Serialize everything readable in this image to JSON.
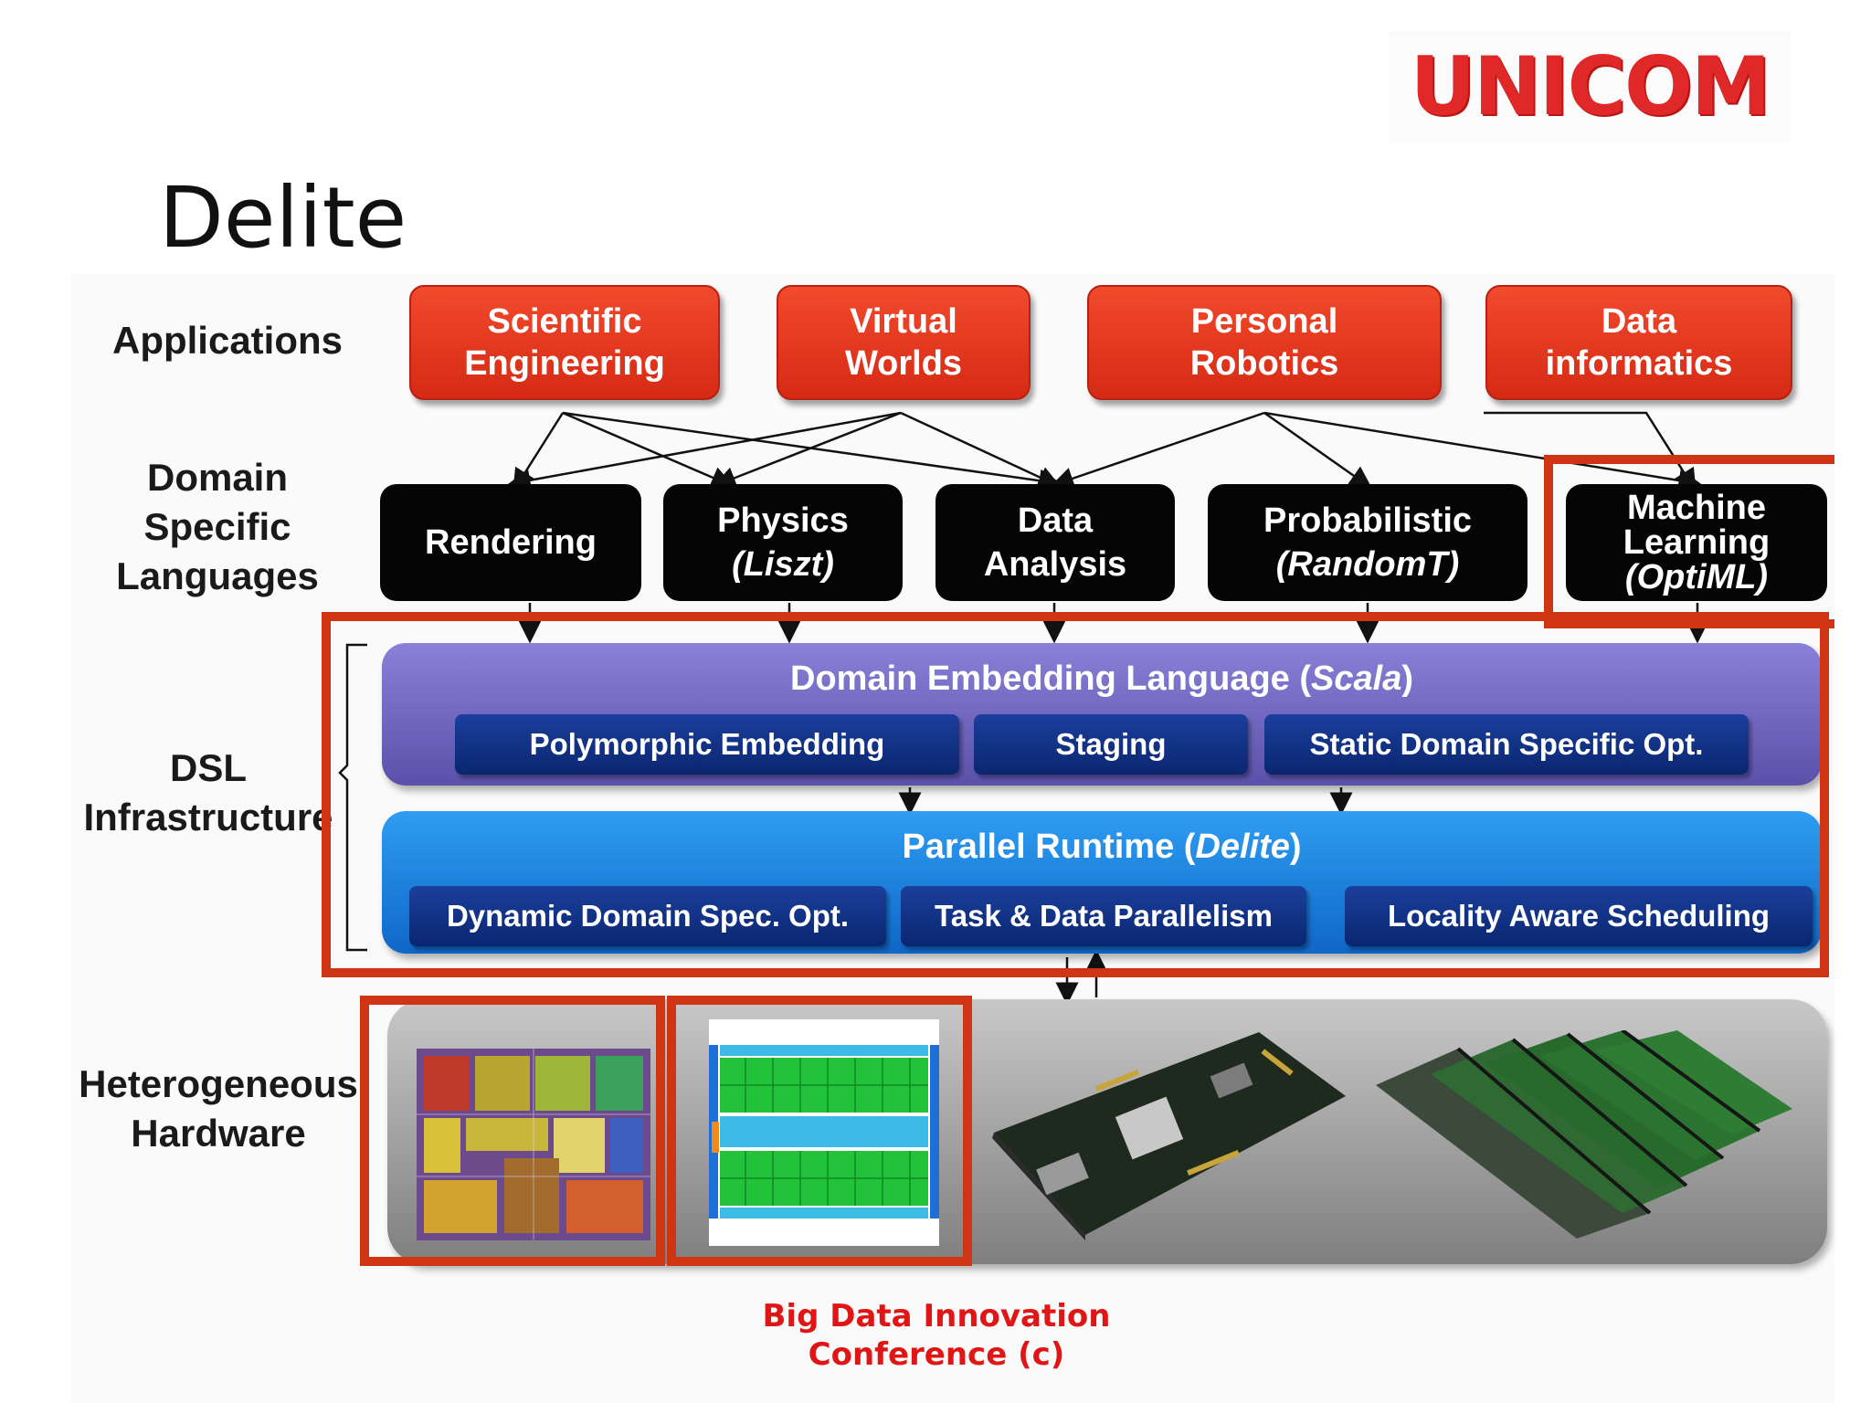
{
  "logo": {
    "text": "UNICOM"
  },
  "slide": {
    "title": "Delite"
  },
  "row_labels": {
    "applications": "Applications",
    "dsl": "Domain\nSpecific\nLanguages",
    "infrastructure": "DSL\nInfrastructure",
    "hardware": "Heterogeneous\nHardware"
  },
  "applications": [
    {
      "line1": "Scientific",
      "line2": "Engineering"
    },
    {
      "line1": "Virtual",
      "line2": "Worlds"
    },
    {
      "line1": "Personal",
      "line2": "Robotics"
    },
    {
      "line1": "Data",
      "line2": "informatics"
    }
  ],
  "dsls": [
    {
      "line1": "Rendering",
      "line2": ""
    },
    {
      "line1": "Physics",
      "line2": "(Liszt)"
    },
    {
      "line1": "Data",
      "line2": "Analysis"
    },
    {
      "line1": "Probabilistic",
      "line2": "(RandomT)"
    },
    {
      "line1": "Machine",
      "line2": "Learning",
      "line3": "(OptiML)"
    }
  ],
  "embedding_layer": {
    "title_prefix": "Domain Embedding Language (",
    "title_italic": "Scala",
    "title_suffix": ")",
    "items": [
      "Polymorphic Embedding",
      "Staging",
      "Static Domain Specific Opt."
    ]
  },
  "runtime_layer": {
    "title_prefix": "Parallel Runtime (",
    "title_italic": "Delite",
    "title_suffix": ")",
    "items": [
      "Dynamic Domain Spec. Opt.",
      "Task & Data Parallelism",
      "Locality Aware Scheduling"
    ]
  },
  "hardware": {
    "images": [
      "multicore-cpu-die",
      "gpu-architecture-diagram",
      "fpga-circuit-board",
      "server-cluster"
    ]
  },
  "colors": {
    "app_red": "#e2361d",
    "highlight_frame": "#cf3413",
    "embedding_purple": "#6f66c2",
    "runtime_blue": "#1a7fe0",
    "pill_navy": "#112f83",
    "caption_red": "#e01616"
  },
  "caption": "Big Data Innovation\nConference (c)"
}
